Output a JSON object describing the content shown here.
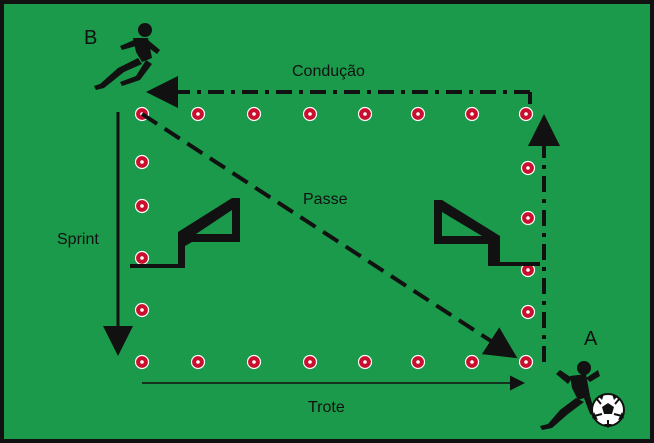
{
  "diagram": {
    "colors": {
      "field": "#1a9a4a",
      "border": "#111111",
      "arrow": "#111111",
      "cone": "#c8102e",
      "player": "#111111"
    },
    "labels": {
      "player_a": "A",
      "player_b": "B",
      "conducao": "Condução",
      "passe": "Passe",
      "sprint": "Sprint",
      "trote": "Trote"
    },
    "icons": [
      "player-icon",
      "soccer-ball-icon",
      "cone-icon",
      "mini-goal-icon"
    ]
  }
}
